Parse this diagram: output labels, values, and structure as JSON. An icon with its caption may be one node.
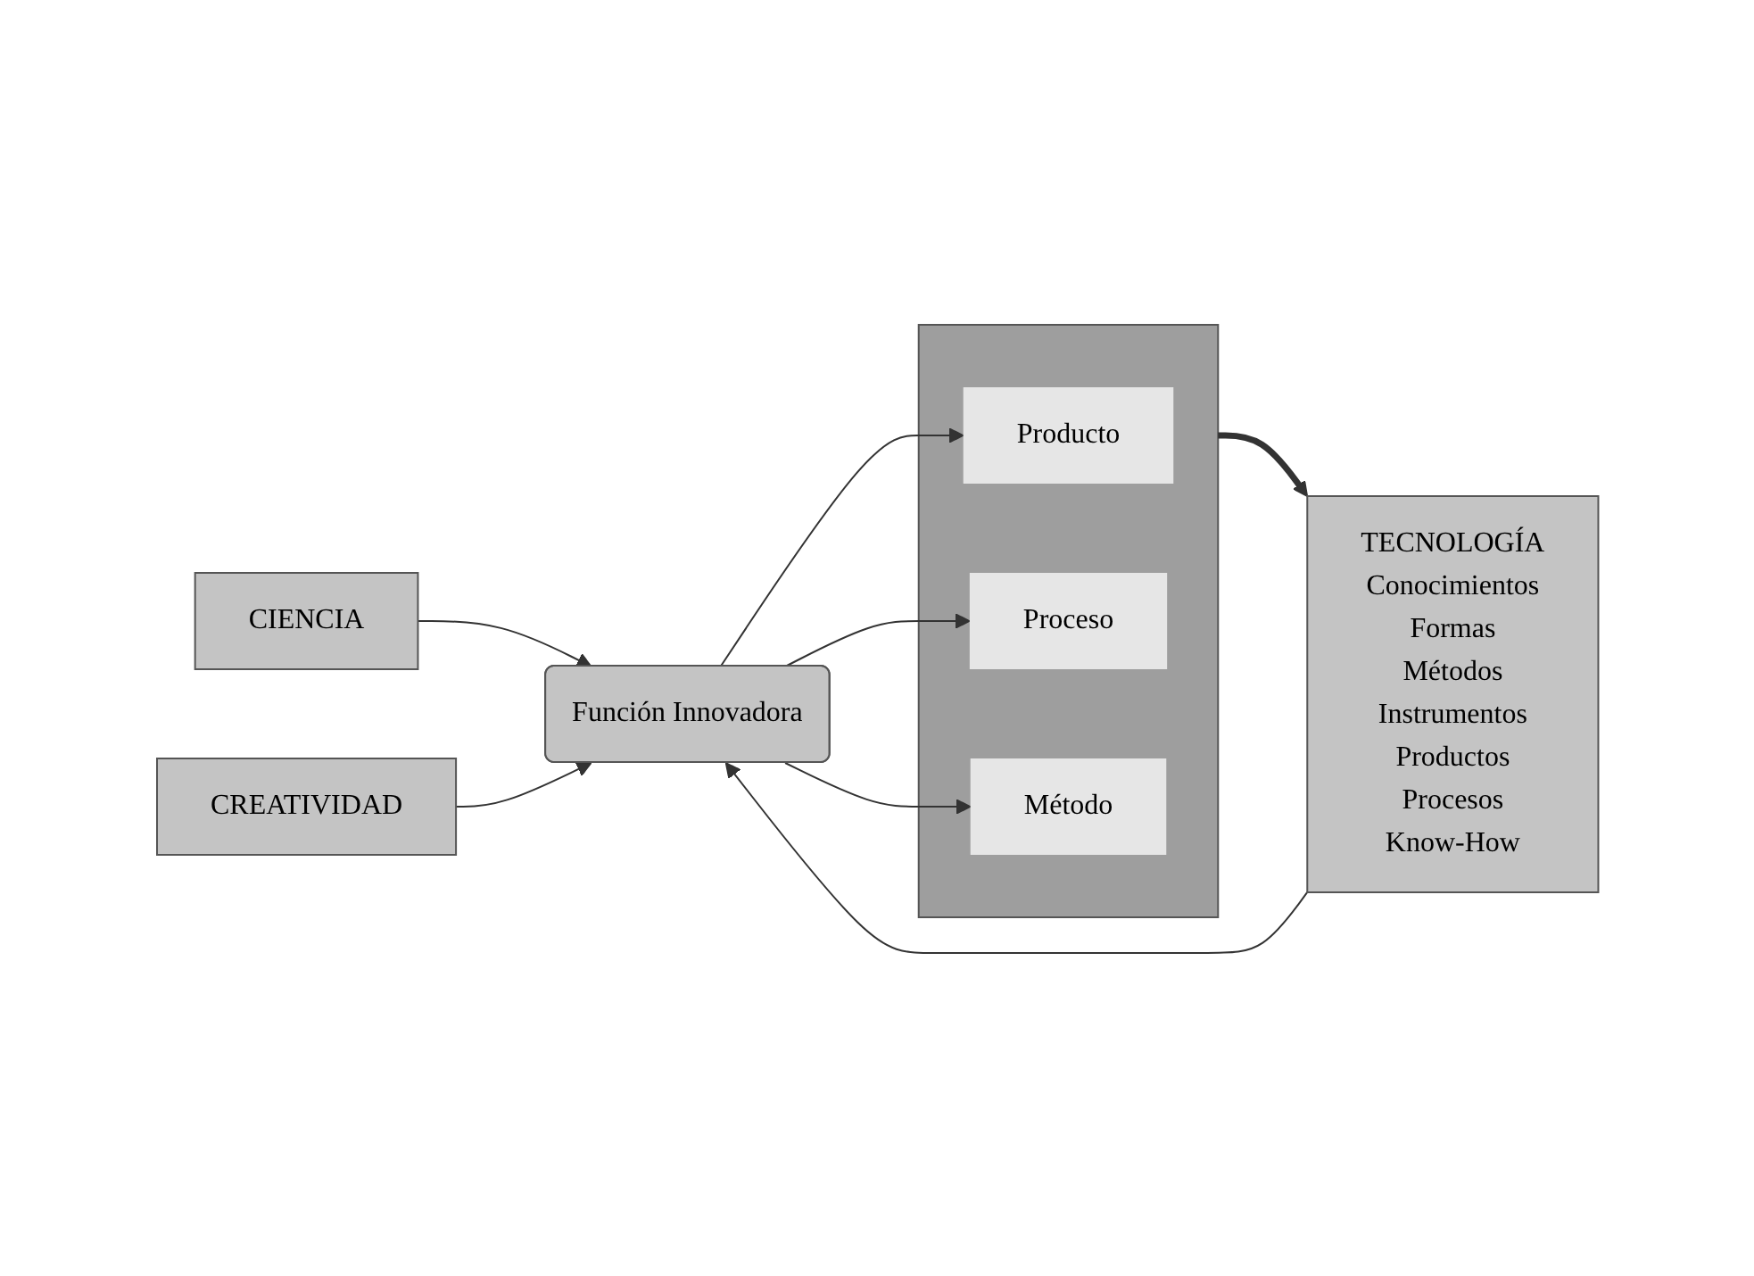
{
  "diagram": {
    "nodes": [
      {
        "text": [
          "CIENCIA"
        ]
      },
      {
        "text": [
          "CREATIVIDAD"
        ]
      },
      {
        "text": [
          "TECNOLOGÍA",
          "Conocimientos",
          "Formas",
          "Métodos",
          "Instrumentos",
          "Productos",
          "Procesos",
          "Know-How"
        ]
      },
      {
        "text": [
          "Función Innovadora"
        ]
      },
      {
        "text": [],
        "shape": "bar"
      },
      {
        "text": [
          "Producto"
        ],
        "in": 4
      },
      {
        "text": [
          "Proceso"
        ],
        "in": 4
      },
      {
        "text": [
          "Método"
        ],
        "in": 4
      }
    ],
    "edges": [
      {
        "from": 0,
        "to": 3,
        "arrow": "to"
      },
      {
        "from": 1,
        "to": 3,
        "arrow": "to"
      },
      {
        "from": 2,
        "to": 3,
        "arrow": "to"
      },
      {
        "from": 3,
        "to": 5,
        "arrow": "to"
      },
      {
        "from": 3,
        "to": 6,
        "arrow": "to"
      },
      {
        "from": 3,
        "to": 7,
        "arrow": "to"
      },
      {
        "from": 4,
        "to": 2,
        "arrow": "to",
        "style": "thick"
      }
    ]
  }
}
